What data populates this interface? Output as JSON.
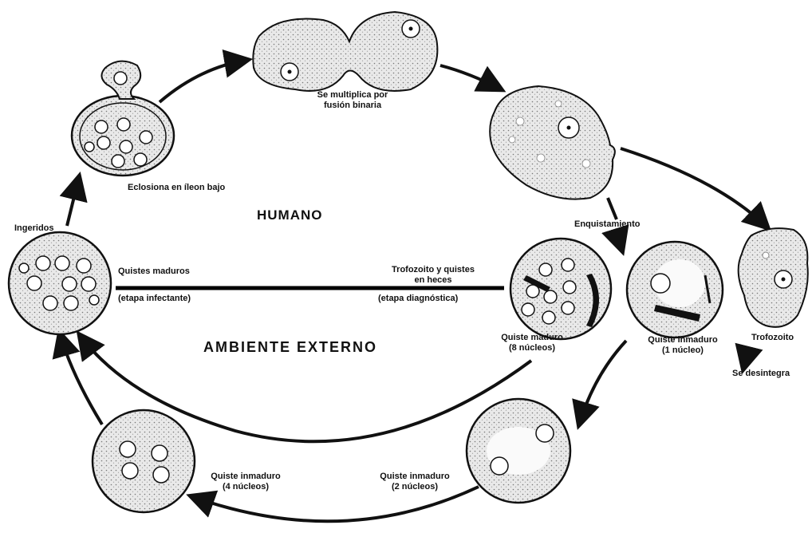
{
  "regions": {
    "human": "HUMANO",
    "environment": "AMBIENTE EXTERNO"
  },
  "labels": {
    "binary_fission": [
      "Se multiplica por",
      "fusión binaria"
    ],
    "hatches": "Eclosiona en íleon bajo",
    "ingested": "Ingeridos",
    "encystation": "Enquistamiento",
    "mature_cysts": "Quistes maduros",
    "infective_stage": "(etapa infectante)",
    "feces": [
      "Trofozoito y quistes",
      "en heces"
    ],
    "diagnostic_stage": "(etapa diagnóstica)",
    "mature_cyst": [
      "Quiste maduro",
      "(8 núcleos)"
    ],
    "immature_cyst_1": [
      "Quiste inmaduro",
      "(1 núcleo)"
    ],
    "trophozoite": "Trofozoito",
    "disintegrates": "Se desintegra",
    "immature_cyst_4": [
      "Quiste inmaduro",
      "(4 núcleos)"
    ],
    "immature_cyst_2": [
      "Quiste inmaduro",
      "(2 núcleos)"
    ]
  }
}
